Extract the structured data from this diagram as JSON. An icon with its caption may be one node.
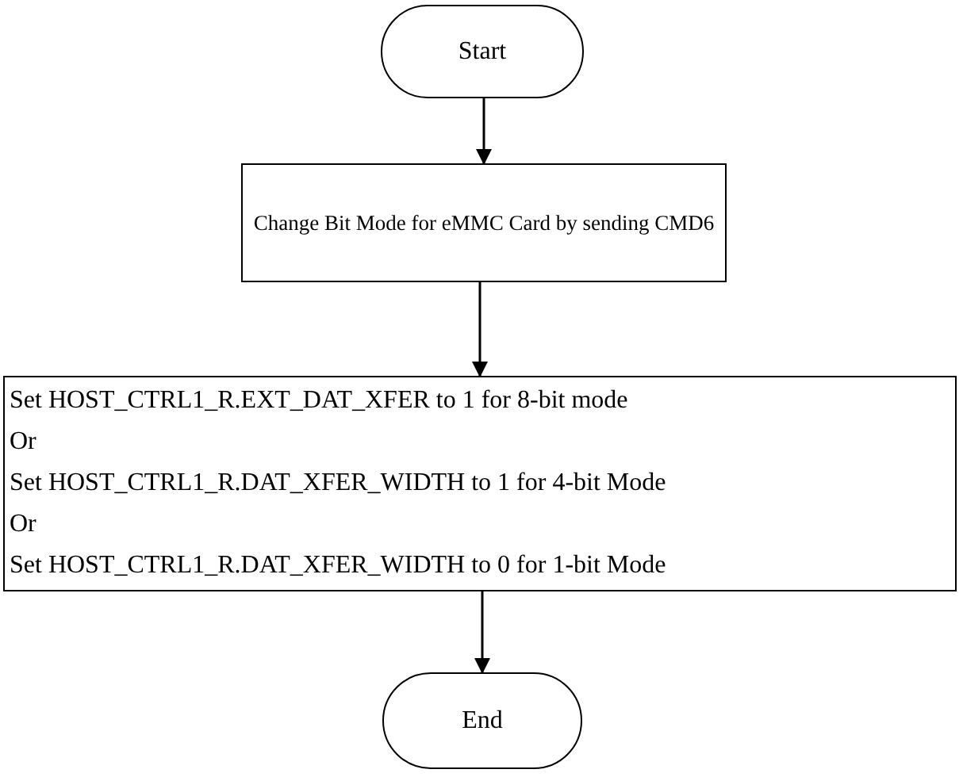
{
  "diagram": {
    "nodes": [
      {
        "text": [
          "Start"
        ]
      },
      {
        "text": [
          "Change Bit Mode for eMMC Card by sending CMD6"
        ]
      },
      {
        "text": [
          "Set HOST_CTRL1_R.EXT_DAT_XFER to 1 for 8-bit mode",
          "Or",
          "Set HOST_CTRL1_R.DAT_XFER_WIDTH to 1 for 4-bit Mode",
          "Or",
          "Set HOST_CTRL1_R.DAT_XFER_WIDTH to 0 for 1-bit Mode"
        ]
      },
      {
        "text": [
          "End"
        ]
      }
    ],
    "edges": [
      {
        "from": 0,
        "to": 1,
        "arrow": "to"
      },
      {
        "from": 1,
        "to": 2,
        "arrow": "to"
      },
      {
        "from": 2,
        "to": 3,
        "arrow": "to"
      }
    ]
  }
}
